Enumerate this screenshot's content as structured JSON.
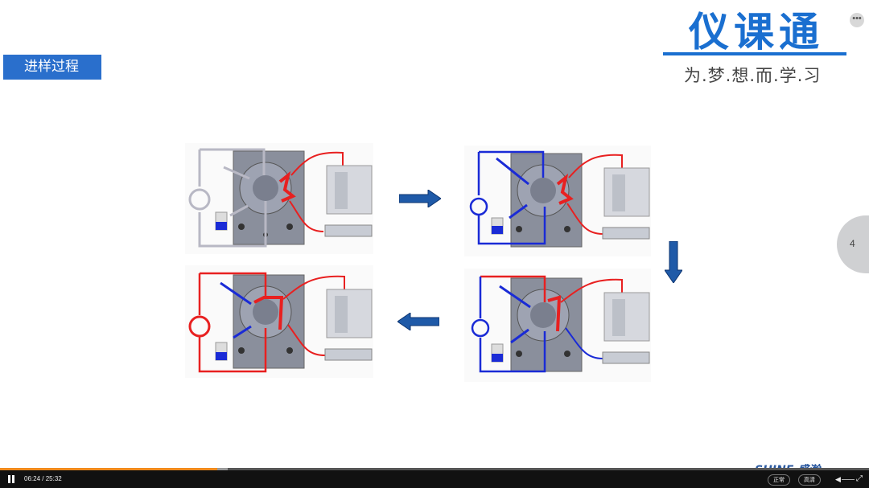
{
  "slide": {
    "section_title": "进样过程",
    "logo_title": "仪课通",
    "logo_subtitle": "为.梦.想.而.学.习",
    "page_number": "4",
    "more_glyph": "•••",
    "brand": {
      "shine": "SHINE",
      "cn": "盛瀚"
    },
    "diagram": {
      "sample_line_color": "#1a2bd6",
      "mobile_phase_color": "#e82020",
      "arrows": [
        "right",
        "down",
        "left"
      ],
      "panels": [
        "load-1",
        "load-2",
        "inject-1",
        "inject-2"
      ]
    }
  },
  "player": {
    "current_time": "06:24",
    "total_time": "25:32",
    "time_separator": " / ",
    "progress_fraction": 0.25,
    "buffer_fraction": 0.262,
    "speed_label": "正常",
    "quality_label": "高清",
    "volume_icon": "speaker-icon",
    "fullscreen_icon": "fullscreen-icon",
    "accent_color": "#f08a1c"
  }
}
